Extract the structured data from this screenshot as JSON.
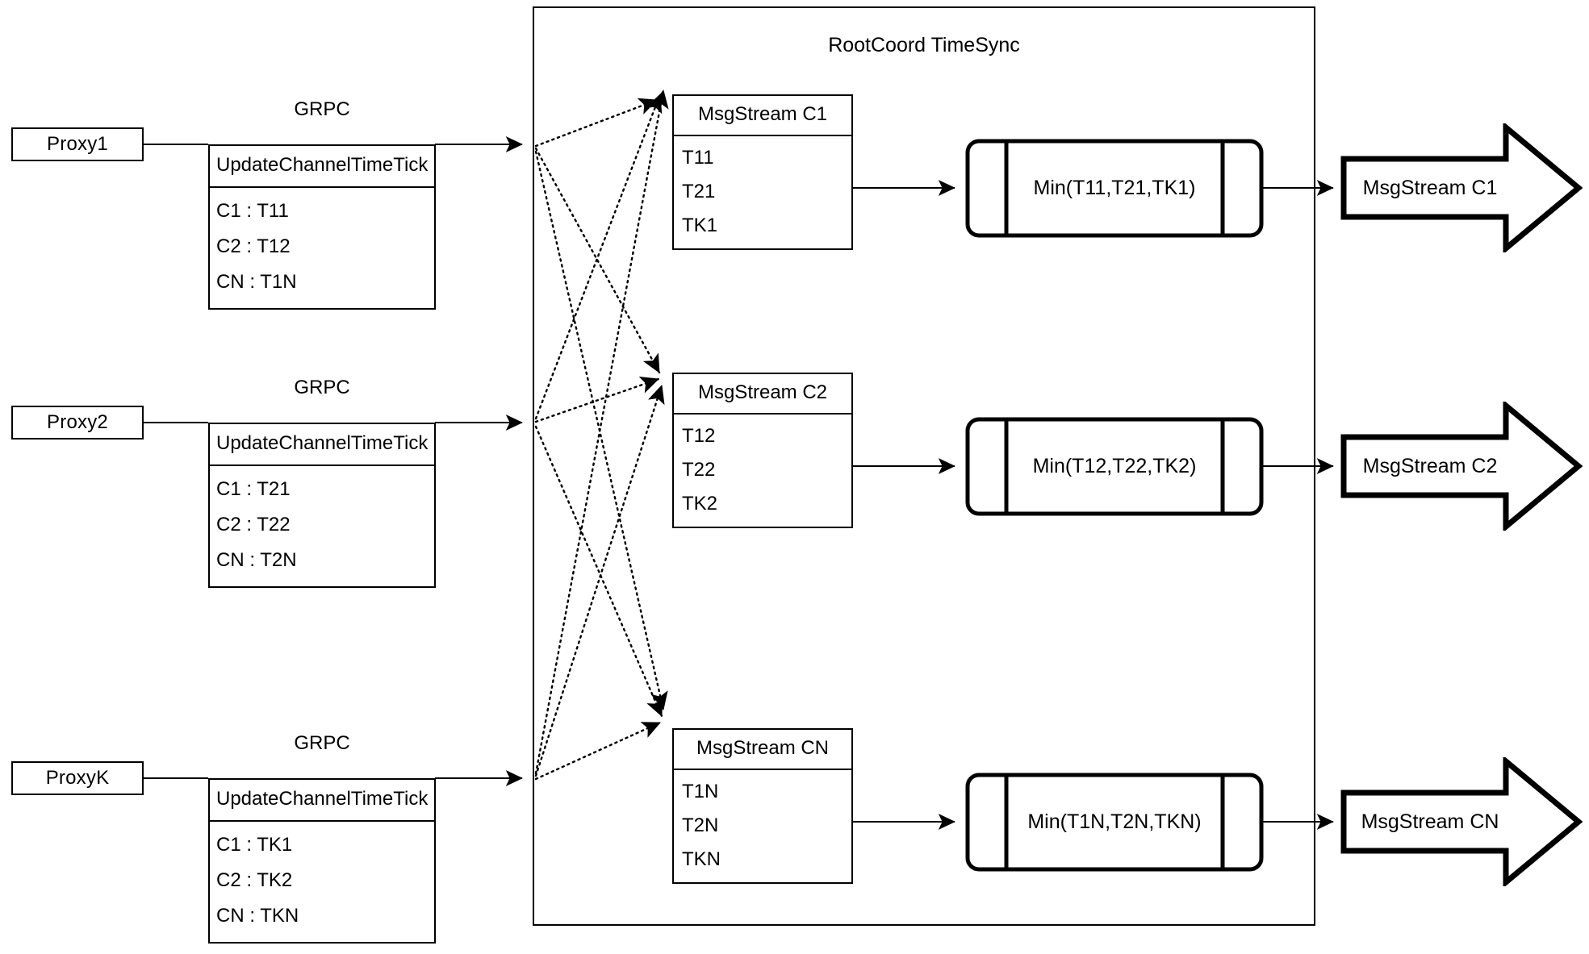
{
  "diagram": {
    "title": "RootCoord TimeSync",
    "container_label": "RootCoord TimeSync"
  },
  "proxies": [
    {
      "name": "Proxy1",
      "link_label": "GRPC",
      "rpc": {
        "method": "UpdateChannelTimeTick",
        "rows": [
          "C1 :  T11",
          "C2 :  T12",
          "CN : T1N"
        ]
      }
    },
    {
      "name": "Proxy2",
      "link_label": "GRPC",
      "rpc": {
        "method": "UpdateChannelTimeTick",
        "rows": [
          "C1 :  T21",
          "C2 :  T22",
          "CN : T2N"
        ]
      }
    },
    {
      "name": "ProxyK",
      "link_label": "GRPC",
      "rpc": {
        "method": "UpdateChannelTimeTick",
        "rows": [
          "C1 :  TK1",
          "C2 :  TK2",
          "CN : TKN"
        ]
      }
    }
  ],
  "channels": [
    {
      "stream": {
        "title": "MsgStream C1",
        "rows": [
          "T11",
          "T21",
          "TK1"
        ]
      },
      "process": {
        "label": "Min(T11,T21,TK1)"
      },
      "output": {
        "label": "MsgStream C1"
      }
    },
    {
      "stream": {
        "title": "MsgStream C2",
        "rows": [
          "T12",
          "T22",
          "TK2"
        ]
      },
      "process": {
        "label": "Min(T12,T22,TK2)"
      },
      "output": {
        "label": "MsgStream C2"
      }
    },
    {
      "stream": {
        "title": "MsgStream CN",
        "rows": [
          "T1N",
          "T2N",
          "TKN"
        ]
      },
      "process": {
        "label": "Min(T1N,T2N,TKN)"
      },
      "output": {
        "label": "MsgStream CN"
      }
    }
  ],
  "colors": {
    "stroke": "#000000",
    "background": "#ffffff"
  }
}
